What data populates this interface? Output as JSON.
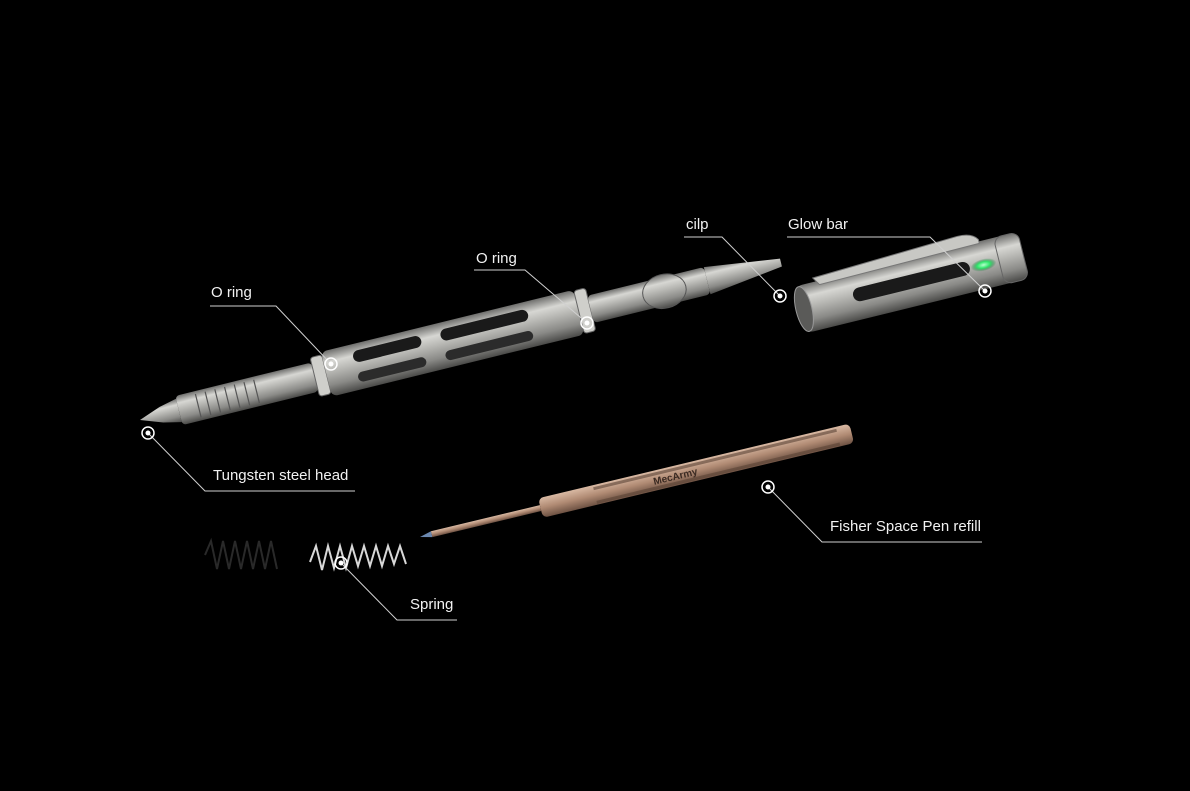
{
  "annotations": {
    "tungsten_head": "Tungsten steel head",
    "o_ring_left": "O ring",
    "o_ring_mid": "O ring",
    "clip": "cilp",
    "glow_bar": "Glow bar",
    "refill": "Fisher Space Pen refill",
    "spring": "Spring"
  },
  "refill_print": {
    "brand": "MecArmy"
  },
  "colors": {
    "background": "#000000",
    "pen_metal": "#a9a9a7",
    "refill_copper": "#b08a73",
    "glow_green": "#2ee86a",
    "label_text": "#f2f2f2",
    "leader_line": "#d0d0d0"
  }
}
